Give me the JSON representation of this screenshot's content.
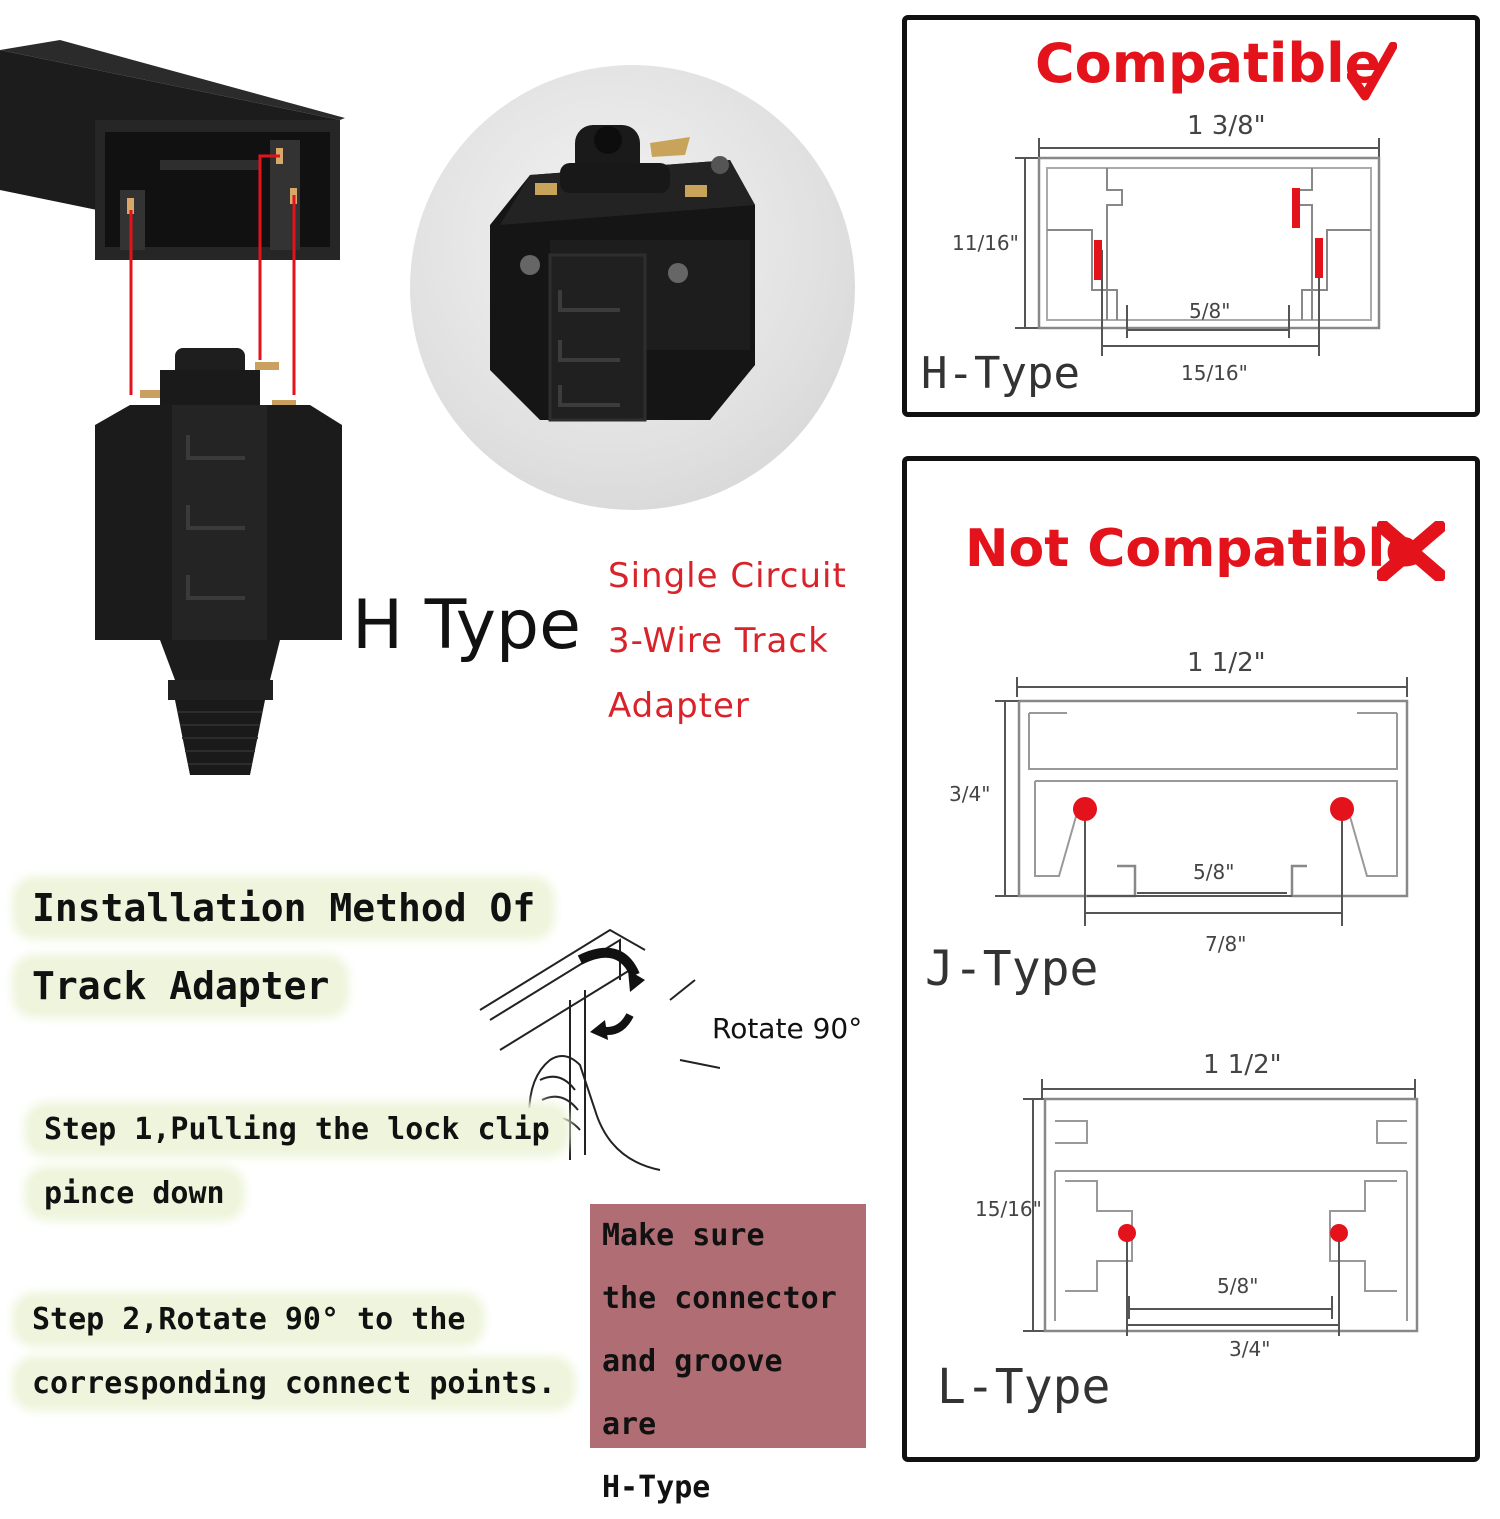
{
  "product": {
    "type_heading": "H Type",
    "caption_lines": [
      "Single Circuit",
      "3-Wire Track",
      "Adapter"
    ]
  },
  "compatible": {
    "title": "Compatible",
    "type_label": "H-Type",
    "dims": {
      "width": "1 3/8\"",
      "height": "11/16\"",
      "inner": "5/8\"",
      "outer": "15/16\""
    }
  },
  "not_compatible": {
    "title": "Not Compatible",
    "j_type": {
      "label": "J-Type",
      "dims": {
        "width": "1 1/2\"",
        "height": "3/4\"",
        "inner": "5/8\"",
        "outer": "7/8\""
      }
    },
    "l_type": {
      "label": "L-Type",
      "dims": {
        "width": "1 1/2\"",
        "height": "15/16\"",
        "inner": "5/8\"",
        "outer": "3/4\""
      }
    }
  },
  "installation": {
    "heading_lines": [
      "Installation Method Of",
      "Track Adapter"
    ],
    "rotate_label": "Rotate 90°",
    "step1_lines": [
      "Step 1,Pulling the lock clip",
      "pince down"
    ],
    "step2_lines": [
      "Step 2,Rotate 90° to the",
      "corresponding connect points."
    ]
  },
  "note": {
    "lines": [
      "Make sure",
      "the connector",
      "and groove are",
      "H-Type"
    ]
  },
  "colors": {
    "accent_red": "#e3121b",
    "note_bg": "#b06d74",
    "highlight_bg": "#eef5dc",
    "product_black": "#1a1a1a"
  }
}
